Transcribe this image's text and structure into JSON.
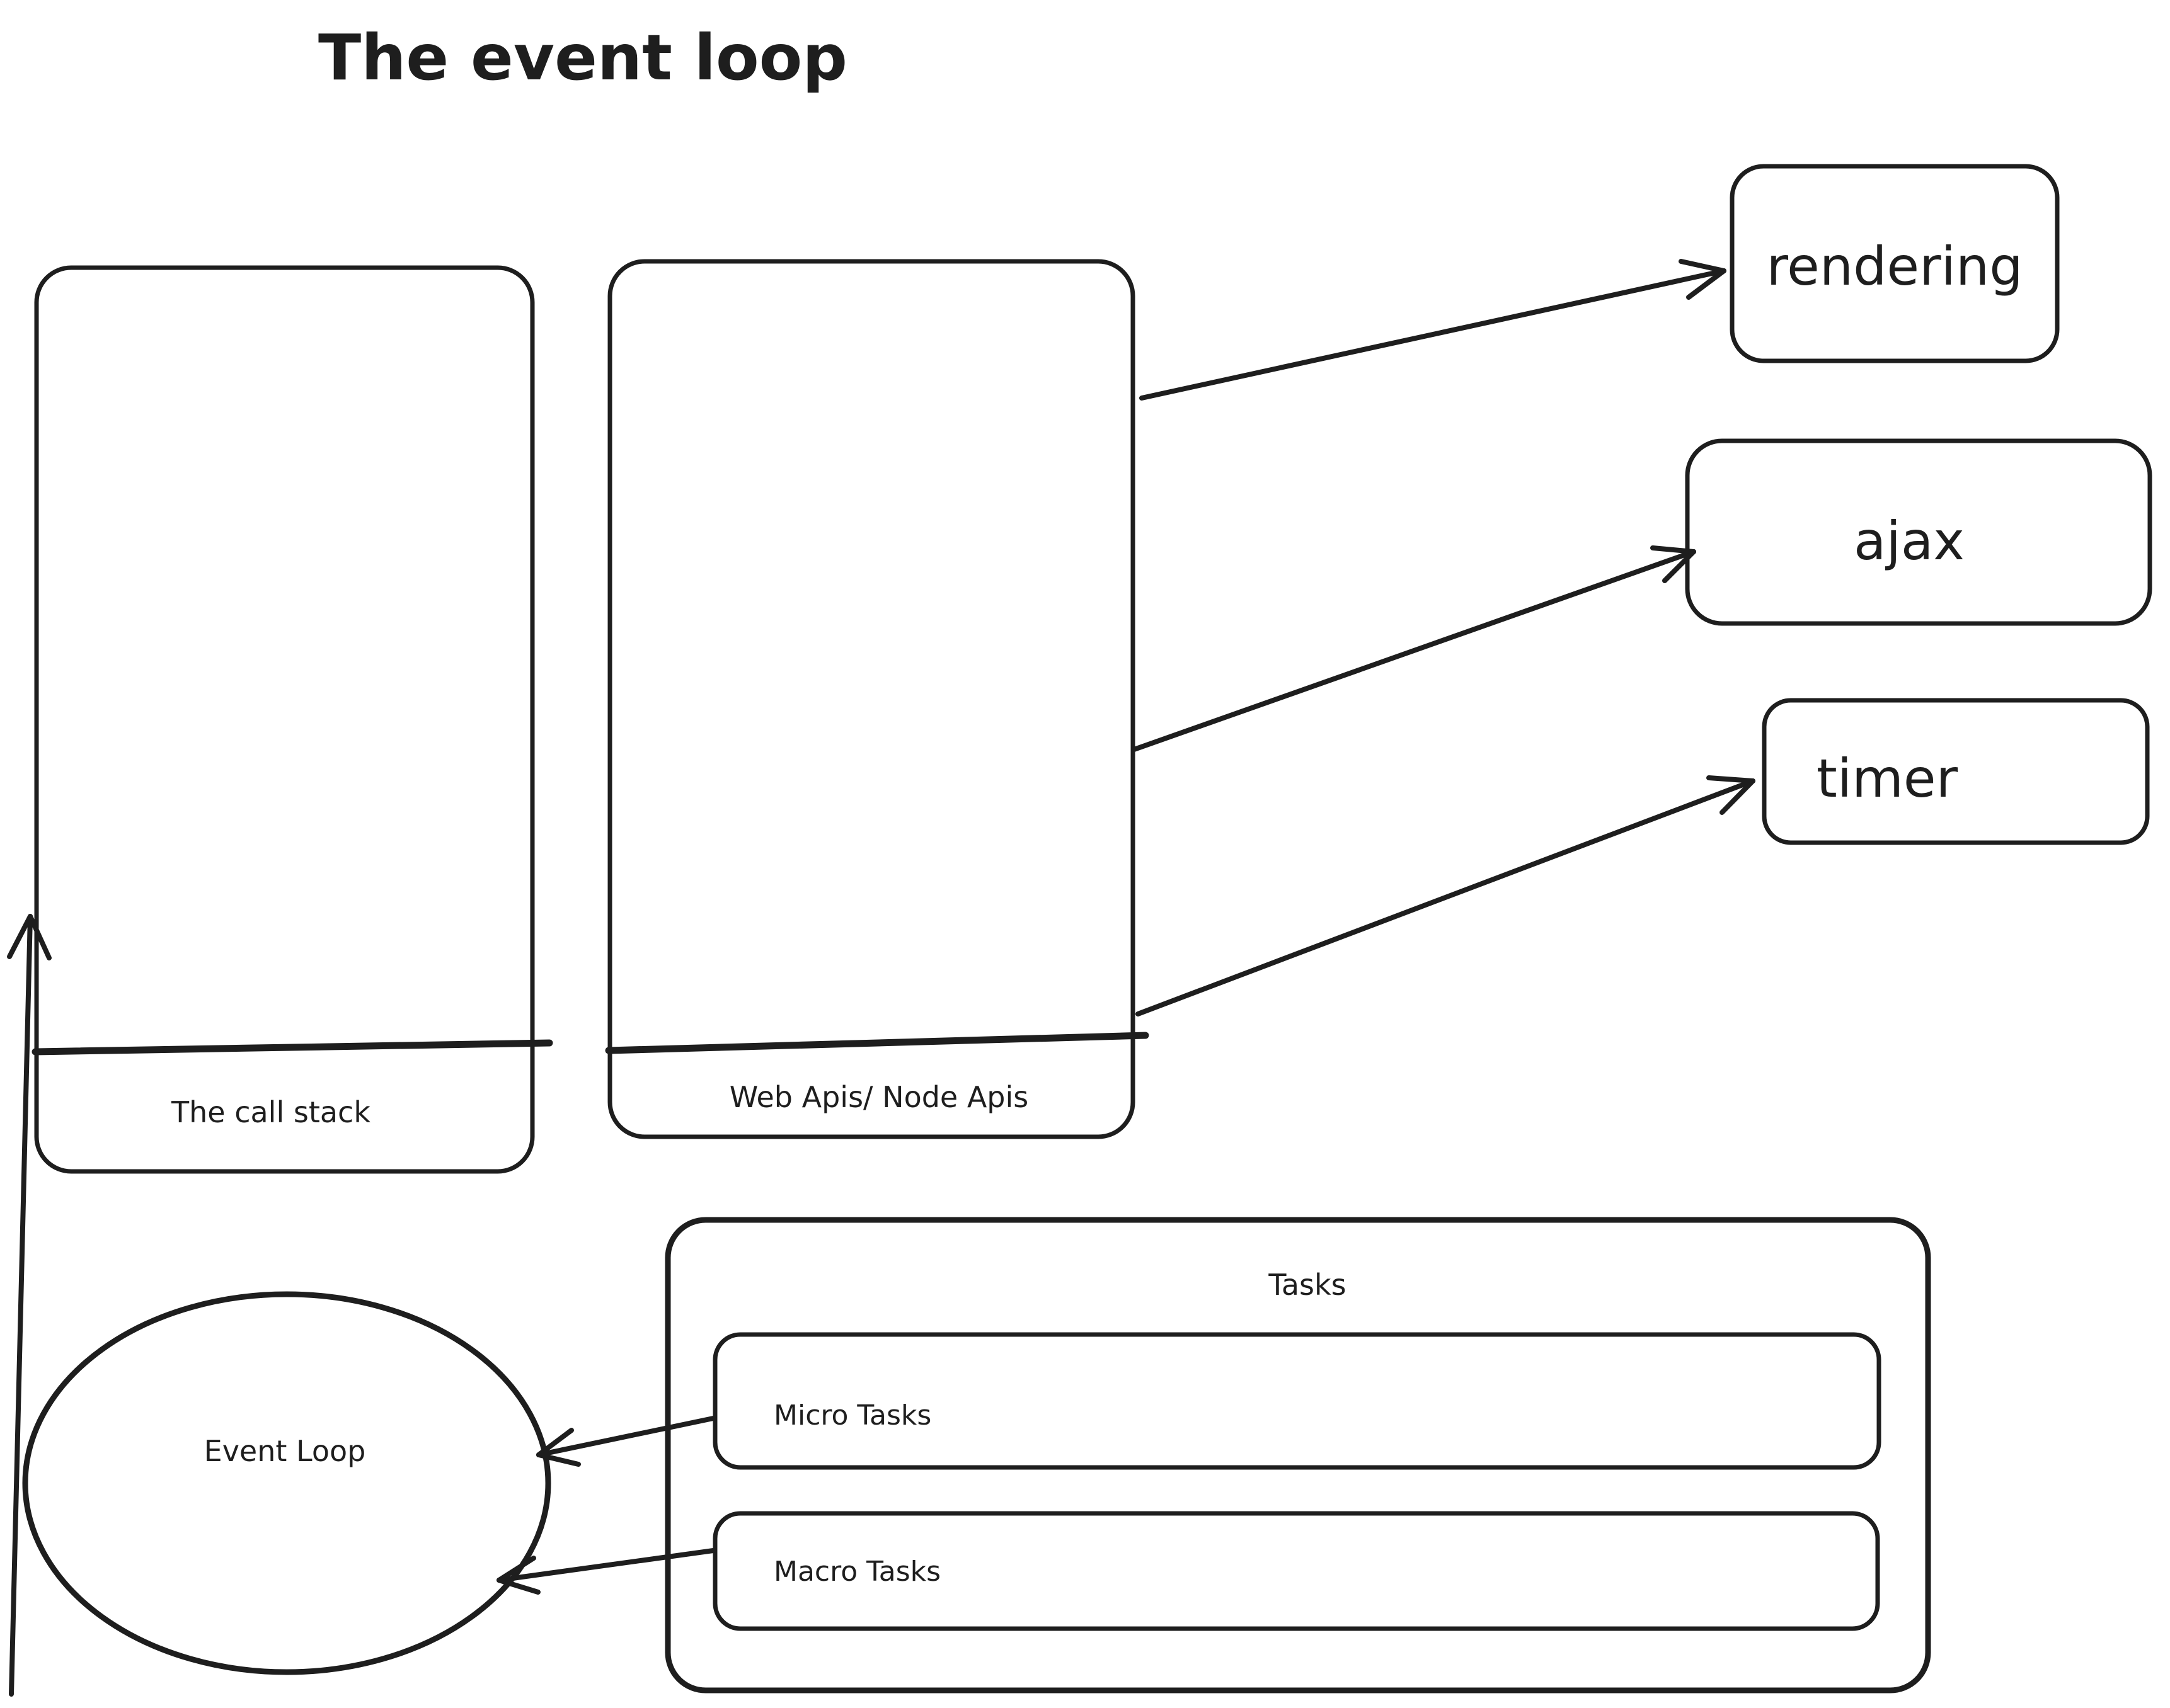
{
  "canvas": {
    "background": "#ffffff",
    "ink": "#1e1e1e"
  },
  "title": "The event loop",
  "nodes": {
    "call_stack": {
      "label": "The call stack"
    },
    "web_apis": {
      "label": "Web Apis/ Node Apis"
    },
    "rendering": {
      "label": "rendering"
    },
    "ajax": {
      "label": "ajax"
    },
    "timer": {
      "label": "timer"
    },
    "tasks": {
      "label": "Tasks"
    },
    "micro_tasks": {
      "label": "Micro Tasks"
    },
    "macro_tasks": {
      "label": "Macro Tasks"
    },
    "event_loop": {
      "label": "Event Loop"
    }
  },
  "connections": [
    {
      "from": "web_apis",
      "to": "rendering"
    },
    {
      "from": "web_apis",
      "to": "ajax"
    },
    {
      "from": "web_apis",
      "to": "timer"
    },
    {
      "from": "micro_tasks",
      "to": "event_loop"
    },
    {
      "from": "macro_tasks",
      "to": "event_loop"
    },
    {
      "from": "event_loop",
      "to": "call_stack"
    }
  ]
}
